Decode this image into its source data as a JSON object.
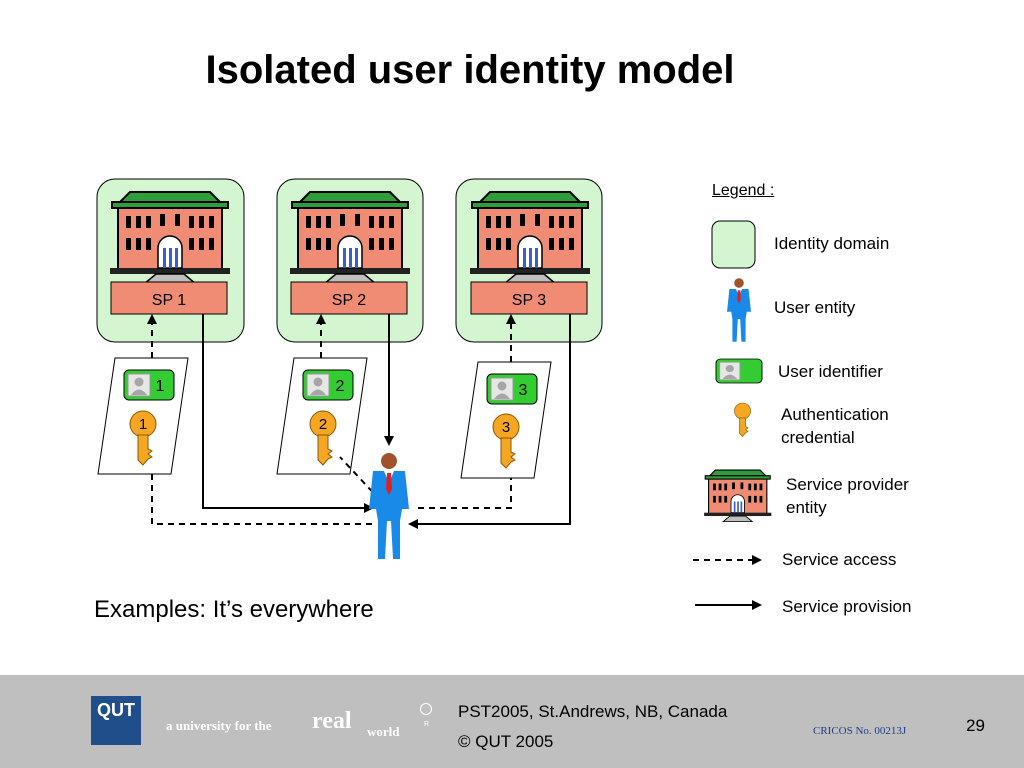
{
  "slide": {
    "title": "Isolated user identity model",
    "example_text": "Examples: It’s everywhere"
  },
  "providers": [
    {
      "label": "SP 1",
      "identifier": "1",
      "credential": "1"
    },
    {
      "label": "SP 2",
      "identifier": "2",
      "credential": "2"
    },
    {
      "label": "SP 3",
      "identifier": "3",
      "credential": "3"
    }
  ],
  "legend": {
    "title": "Legend :",
    "identity_domain": "Identity domain",
    "user_entity": "User entity",
    "user_identifier": "User identifier",
    "auth_credential_line1": "Authentication",
    "auth_credential_line2": "credential",
    "sp_entity_line1": "Service provider",
    "sp_entity_line2": "entity",
    "service_access": "Service access",
    "service_provision": "Service provision"
  },
  "footer": {
    "logo": "QUT",
    "tagline_prefix": "a university for the",
    "tagline_real": "real",
    "tagline_world": "world",
    "registered_mark": "R",
    "conference": "PST2005, St.Andrews, NB, Canada",
    "copyright": "© QUT 2005",
    "cricos": "CRICOS No. 00213J",
    "page_number": "29"
  },
  "colors": {
    "domain_fill": "#d3f5cf",
    "identifier_green": "#33cc33",
    "building_salmon": "#f08c74",
    "roof_green": "#2e9e3a",
    "key_orange": "#f5a623",
    "user_blue": "#1a8ae8",
    "footer_gray": "#bfbfbf"
  }
}
